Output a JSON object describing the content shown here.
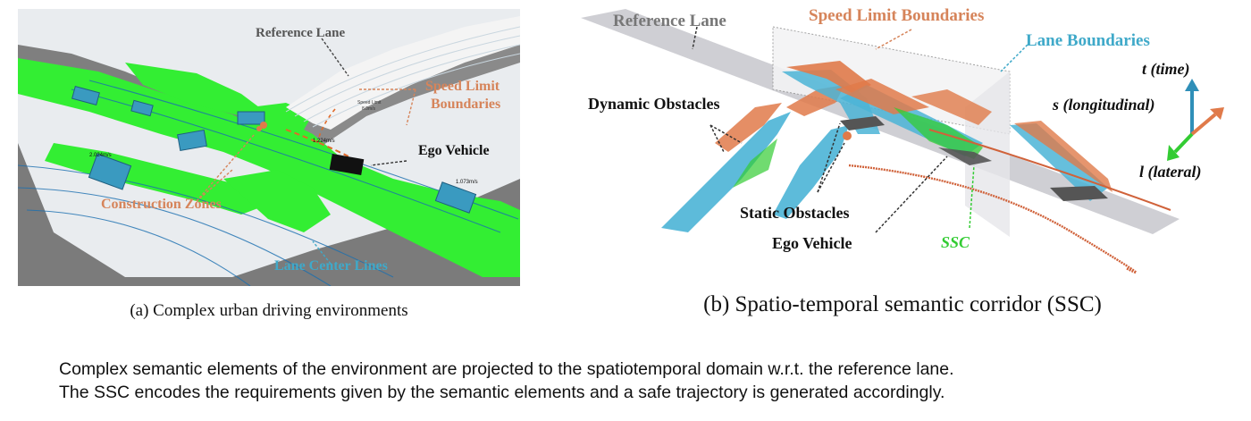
{
  "panel_a": {
    "labels": {
      "reference_lane": "Reference Lane",
      "speed_limit_line1": "Speed Limit",
      "speed_limit_line2": "Boundaries",
      "ego_vehicle": "Ego Vehicle",
      "construction_zones": "Construction Zones",
      "lane_center_lines": "Lane Center Lines"
    },
    "small_text": {
      "vehicle_speed_1": "1.224m/s",
      "vehicle_speed_2": "1.073m/s",
      "vehicle_speed_3": "2.024m/s",
      "speed_sign_line1": "Speed Limit",
      "speed_sign_line2": "8.0m/s"
    },
    "caption": "(a) Complex urban driving environments"
  },
  "panel_b": {
    "labels": {
      "reference_lane": "Reference Lane",
      "speed_limit_boundaries": "Speed Limit Boundaries",
      "lane_boundaries": "Lane Boundaries",
      "dynamic_obstacles": "Dynamic Obstacles",
      "static_obstacles": "Static Obstacles",
      "ego_vehicle": "Ego Vehicle",
      "ssc": "SSC"
    },
    "axes": {
      "t": "t (time)",
      "s": "s (longitudinal)",
      "l": "l (lateral)"
    },
    "caption": "(b) Spatio-temporal semantic corridor (SSC)"
  },
  "description": {
    "line1": "Complex semantic elements of the environment are projected to the spatiotemporal domain w.r.t. the reference lane.",
    "line2": "The SSC encodes the requirements given by the semantic elements and a safe trajectory is generated accordingly."
  },
  "colors": {
    "drivable_area": "#33ee33",
    "road_gray": "#7d7d7d",
    "label_orange": "#d6845a",
    "label_blue": "#3fa9c9",
    "label_green": "#33cc33",
    "obstacle_blue": "#4bb4d6",
    "obstacle_orange": "#e07a4a"
  }
}
